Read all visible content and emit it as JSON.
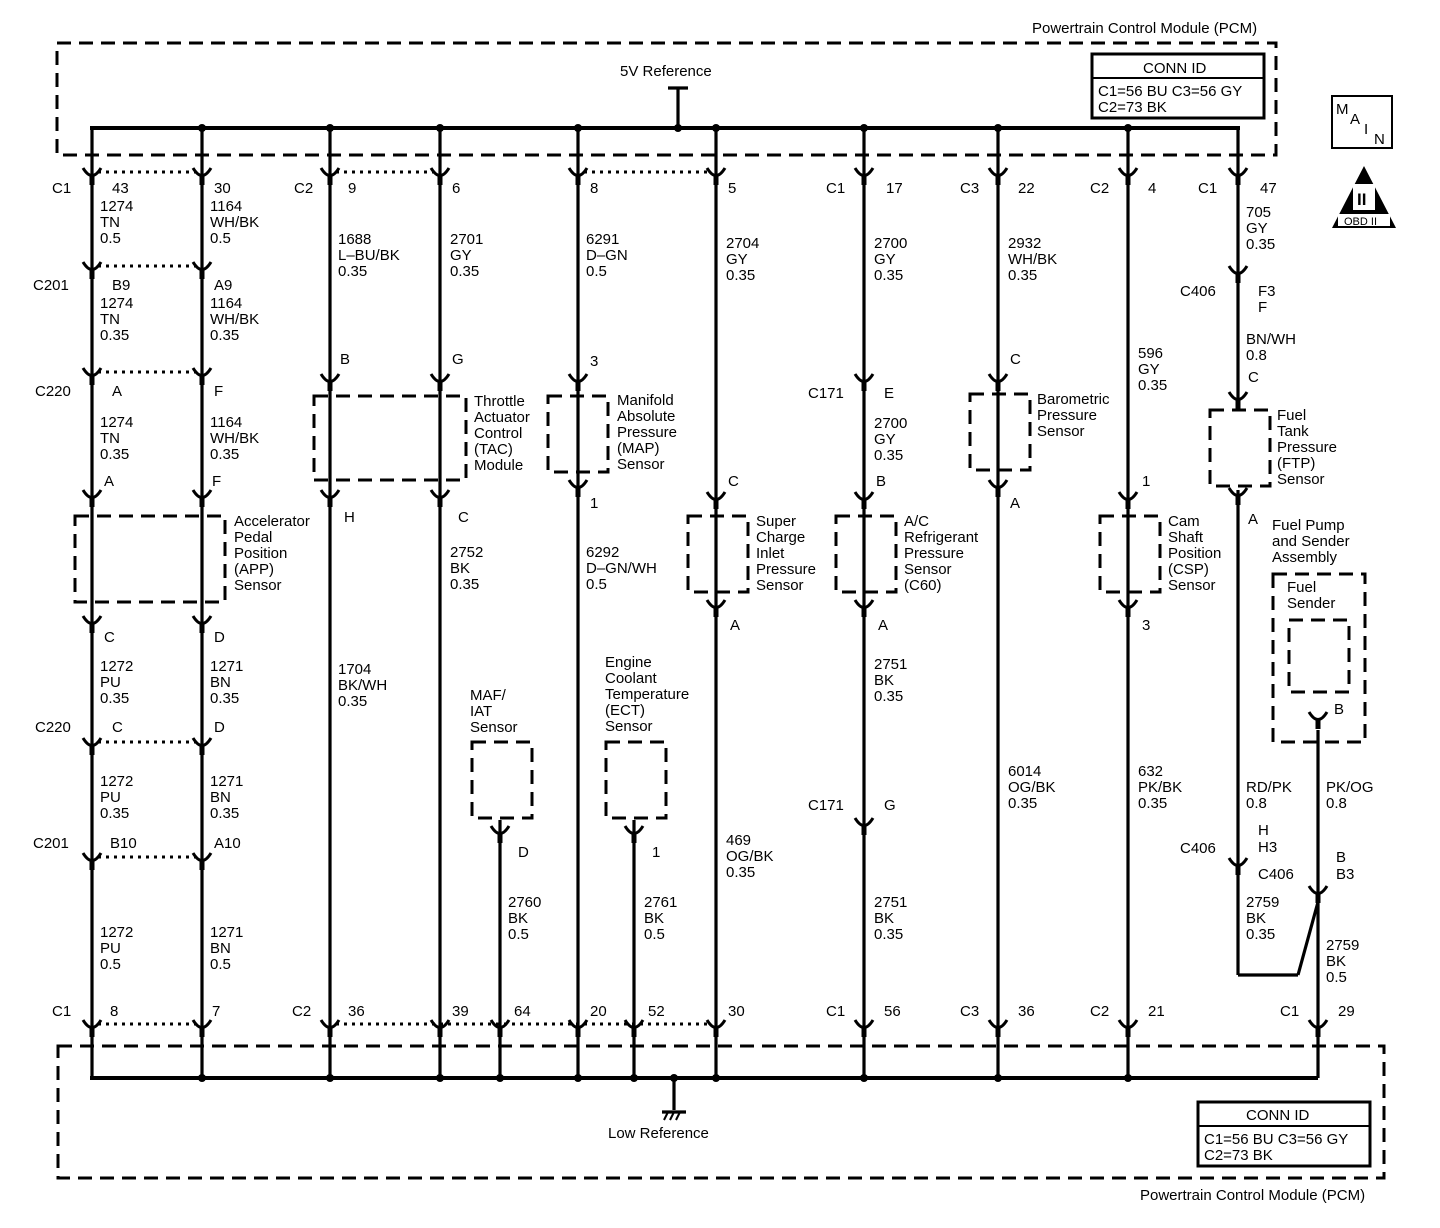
{
  "pcm_label": "Powertrain Control Module (PCM)",
  "conn_id": {
    "title": "CONN ID",
    "line1": "C1=56 BU  C3=56 GY",
    "line2": "C2=73 BK"
  },
  "five_v_reference": "5V Reference",
  "low_reference": "Low Reference",
  "main_badge": {
    "m": "M",
    "a": "A",
    "i": "I",
    "n": "N"
  },
  "obd_badge": {
    "roman": "II",
    "text": "OBD II"
  },
  "sensors": {
    "app": [
      "Accelerator",
      "Pedal",
      "Position",
      "(APP)",
      "Sensor"
    ],
    "tac": [
      "Throttle",
      "Actuator",
      "Control",
      "(TAC)",
      "Module"
    ],
    "map": [
      "Manifold",
      "Absolute",
      "Pressure",
      "(MAP)",
      "Sensor"
    ],
    "maf": [
      "MAF/",
      "IAT",
      "Sensor"
    ],
    "ect": [
      "Engine",
      "Coolant",
      "Temperature",
      "(ECT)",
      "Sensor"
    ],
    "sci": [
      "Super",
      "Charge",
      "Inlet",
      "Pressure",
      "Sensor"
    ],
    "ac": [
      "A/C",
      "Refrigerant",
      "Pressure",
      "Sensor",
      "(C60)"
    ],
    "baro": [
      "Barometric",
      "Pressure",
      "Sensor"
    ],
    "csp": [
      "Cam",
      "Shaft",
      "Position",
      "(CSP)",
      "Sensor"
    ],
    "ftp": [
      "Fuel",
      "Tank",
      "Pressure",
      "(FTP)",
      "Sensor"
    ],
    "fuel_pump": [
      "Fuel Pump",
      "and Sender",
      "Assembly"
    ],
    "fuel_sender": [
      "Fuel",
      "Sender"
    ]
  },
  "labels": [
    {
      "id": "t1",
      "t": "C1"
    },
    {
      "id": "t2",
      "t": "43"
    },
    {
      "id": "t3",
      "t": "30"
    },
    {
      "id": "t4",
      "t": "C2"
    },
    {
      "id": "t5",
      "t": "9"
    },
    {
      "id": "t6",
      "t": "6"
    },
    {
      "id": "t7",
      "t": "8"
    },
    {
      "id": "t8",
      "t": "5"
    },
    {
      "id": "t9",
      "t": "C1"
    },
    {
      "id": "t10",
      "t": "17"
    },
    {
      "id": "t11",
      "t": "C3"
    },
    {
      "id": "t12",
      "t": "22"
    },
    {
      "id": "t13",
      "t": "C2"
    },
    {
      "id": "t14",
      "t": "4"
    },
    {
      "id": "t15",
      "t": "C1"
    },
    {
      "id": "t16",
      "t": "47"
    },
    {
      "id": "w1",
      "t": "1274"
    },
    {
      "id": "w2",
      "t": "TN"
    },
    {
      "id": "w3",
      "t": "0.5"
    },
    {
      "id": "w4",
      "t": "1164"
    },
    {
      "id": "w5",
      "t": "WH/BK"
    },
    {
      "id": "w6",
      "t": "0.5"
    },
    {
      "id": "w7",
      "t": "1688"
    },
    {
      "id": "w8",
      "t": "L–BU/BK"
    },
    {
      "id": "w9",
      "t": "0.35"
    },
    {
      "id": "w10",
      "t": "2701"
    },
    {
      "id": "w11",
      "t": "GY"
    },
    {
      "id": "w12",
      "t": "0.35"
    },
    {
      "id": "w13",
      "t": "6291"
    },
    {
      "id": "w14",
      "t": "D–GN"
    },
    {
      "id": "w15",
      "t": "0.5"
    },
    {
      "id": "w16",
      "t": "2704"
    },
    {
      "id": "w17",
      "t": "GY"
    },
    {
      "id": "w18",
      "t": "0.35"
    },
    {
      "id": "w19",
      "t": "2700"
    },
    {
      "id": "w20",
      "t": "GY"
    },
    {
      "id": "w21",
      "t": "0.35"
    },
    {
      "id": "w22",
      "t": "2932"
    },
    {
      "id": "w23",
      "t": "WH/BK"
    },
    {
      "id": "w24",
      "t": "0.35"
    },
    {
      "id": "w25",
      "t": "705"
    },
    {
      "id": "w26",
      "t": "GY"
    },
    {
      "id": "w27",
      "t": "0.35"
    },
    {
      "id": "c201a",
      "t": "C201"
    },
    {
      "id": "c201b",
      "t": "B9"
    },
    {
      "id": "c201c",
      "t": "A9"
    },
    {
      "id": "w28",
      "t": "1274"
    },
    {
      "id": "w29",
      "t": "TN"
    },
    {
      "id": "w30",
      "t": "0.35"
    },
    {
      "id": "w31",
      "t": "1164"
    },
    {
      "id": "w32",
      "t": "WH/BK"
    },
    {
      "id": "w33",
      "t": "0.35"
    },
    {
      "id": "c406a",
      "t": "C406"
    },
    {
      "id": "c406b",
      "t": "F3"
    },
    {
      "id": "c406c",
      "t": "F"
    },
    {
      "id": "w34",
      "t": "BN/WH"
    },
    {
      "id": "w35",
      "t": "0.8"
    },
    {
      "id": "c220a",
      "t": "C220"
    },
    {
      "id": "c220b",
      "t": "A"
    },
    {
      "id": "c220c",
      "t": "F"
    },
    {
      "id": "p1",
      "t": "B"
    },
    {
      "id": "p2",
      "t": "G"
    },
    {
      "id": "p3",
      "t": "3"
    },
    {
      "id": "p4",
      "t": "C"
    },
    {
      "id": "p5",
      "t": "C"
    },
    {
      "id": "w36",
      "t": "596"
    },
    {
      "id": "w37",
      "t": "GY"
    },
    {
      "id": "w38",
      "t": "0.35"
    },
    {
      "id": "w39",
      "t": "1274"
    },
    {
      "id": "w40",
      "t": "TN"
    },
    {
      "id": "w41",
      "t": "0.35"
    },
    {
      "id": "w42",
      "t": "1164"
    },
    {
      "id": "w43",
      "t": "WH/BK"
    },
    {
      "id": "w44",
      "t": "0.35"
    },
    {
      "id": "c171a",
      "t": "C171"
    },
    {
      "id": "c171b",
      "t": "E"
    },
    {
      "id": "w45",
      "t": "2700"
    },
    {
      "id": "w46",
      "t": "GY"
    },
    {
      "id": "w47",
      "t": "0.35"
    },
    {
      "id": "p6",
      "t": "A"
    },
    {
      "id": "p7",
      "t": "F"
    },
    {
      "id": "p8",
      "t": "H"
    },
    {
      "id": "p9",
      "t": "C"
    },
    {
      "id": "p10",
      "t": "1"
    },
    {
      "id": "p11",
      "t": "C"
    },
    {
      "id": "p12",
      "t": "B"
    },
    {
      "id": "p13",
      "t": "A"
    },
    {
      "id": "p14",
      "t": "1"
    },
    {
      "id": "p15",
      "t": "A"
    },
    {
      "id": "w48",
      "t": "2752"
    },
    {
      "id": "w49",
      "t": "BK"
    },
    {
      "id": "w50",
      "t": "0.35"
    },
    {
      "id": "w51",
      "t": "6292"
    },
    {
      "id": "w52",
      "t": "D–GN/WH"
    },
    {
      "id": "w53",
      "t": "0.5"
    },
    {
      "id": "p16",
      "t": "C"
    },
    {
      "id": "p17",
      "t": "D"
    },
    {
      "id": "p18",
      "t": "A"
    },
    {
      "id": "p19",
      "t": "A"
    },
    {
      "id": "p20",
      "t": "3"
    },
    {
      "id": "w54",
      "t": "1272"
    },
    {
      "id": "w55",
      "t": "PU"
    },
    {
      "id": "w56",
      "t": "0.35"
    },
    {
      "id": "w57",
      "t": "1271"
    },
    {
      "id": "w58",
      "t": "BN"
    },
    {
      "id": "w59",
      "t": "0.35"
    },
    {
      "id": "w60",
      "t": "1704"
    },
    {
      "id": "w61",
      "t": "BK/WH"
    },
    {
      "id": "w62",
      "t": "0.35"
    },
    {
      "id": "w63",
      "t": "2751"
    },
    {
      "id": "w64",
      "t": "BK"
    },
    {
      "id": "w65",
      "t": "0.35"
    },
    {
      "id": "c220d",
      "t": "C220"
    },
    {
      "id": "c220e",
      "t": "C"
    },
    {
      "id": "c220f",
      "t": "D"
    },
    {
      "id": "p21",
      "t": "B"
    },
    {
      "id": "w66",
      "t": "1272"
    },
    {
      "id": "w67",
      "t": "PU"
    },
    {
      "id": "w68",
      "t": "0.35"
    },
    {
      "id": "w69",
      "t": "1271"
    },
    {
      "id": "w70",
      "t": "BN"
    },
    {
      "id": "w71",
      "t": "0.35"
    },
    {
      "id": "w72",
      "t": "6014"
    },
    {
      "id": "w73",
      "t": "OG/BK"
    },
    {
      "id": "w74",
      "t": "0.35"
    },
    {
      "id": "w75",
      "t": "632"
    },
    {
      "id": "w76",
      "t": "PK/BK"
    },
    {
      "id": "w77",
      "t": "0.35"
    },
    {
      "id": "w78",
      "t": "RD/PK"
    },
    {
      "id": "w79",
      "t": "0.8"
    },
    {
      "id": "w80",
      "t": "PK/OG"
    },
    {
      "id": "w81",
      "t": "0.8"
    },
    {
      "id": "c171c",
      "t": "C171"
    },
    {
      "id": "c171d",
      "t": "G"
    },
    {
      "id": "c201d",
      "t": "C201"
    },
    {
      "id": "c201e",
      "t": "B10"
    },
    {
      "id": "c201f",
      "t": "A10"
    },
    {
      "id": "w82",
      "t": "469"
    },
    {
      "id": "w83",
      "t": "OG/BK"
    },
    {
      "id": "w84",
      "t": "0.35"
    },
    {
      "id": "p22",
      "t": "D"
    },
    {
      "id": "p23",
      "t": "1"
    },
    {
      "id": "c406d",
      "t": "C406"
    },
    {
      "id": "c406e",
      "t": "H"
    },
    {
      "id": "c406f",
      "t": "H3"
    },
    {
      "id": "c406g",
      "t": "C406"
    },
    {
      "id": "c406h",
      "t": "B"
    },
    {
      "id": "c406i",
      "t": "B3"
    },
    {
      "id": "w85",
      "t": "1272"
    },
    {
      "id": "w86",
      "t": "PU"
    },
    {
      "id": "w87",
      "t": "0.5"
    },
    {
      "id": "w88",
      "t": "1271"
    },
    {
      "id": "w89",
      "t": "BN"
    },
    {
      "id": "w90",
      "t": "0.5"
    },
    {
      "id": "w91",
      "t": "2760"
    },
    {
      "id": "w92",
      "t": "BK"
    },
    {
      "id": "w93",
      "t": "0.5"
    },
    {
      "id": "w94",
      "t": "2761"
    },
    {
      "id": "w95",
      "t": "BK"
    },
    {
      "id": "w96",
      "t": "0.5"
    },
    {
      "id": "w97",
      "t": "2751"
    },
    {
      "id": "w98",
      "t": "BK"
    },
    {
      "id": "w99",
      "t": "0.35"
    },
    {
      "id": "w100",
      "t": "2759"
    },
    {
      "id": "w101",
      "t": "BK"
    },
    {
      "id": "w102",
      "t": "0.35"
    },
    {
      "id": "w103",
      "t": "2759"
    },
    {
      "id": "w104",
      "t": "BK"
    },
    {
      "id": "w105",
      "t": "0.5"
    },
    {
      "id": "b1",
      "t": "C1"
    },
    {
      "id": "b2",
      "t": "8"
    },
    {
      "id": "b3",
      "t": "7"
    },
    {
      "id": "b4",
      "t": "C2"
    },
    {
      "id": "b5",
      "t": "36"
    },
    {
      "id": "b6",
      "t": "39"
    },
    {
      "id": "b7",
      "t": "64"
    },
    {
      "id": "b8",
      "t": "20"
    },
    {
      "id": "b9",
      "t": "52"
    },
    {
      "id": "b10",
      "t": "30"
    },
    {
      "id": "b11",
      "t": "C1"
    },
    {
      "id": "b12",
      "t": "56"
    },
    {
      "id": "b13",
      "t": "C3"
    },
    {
      "id": "b14",
      "t": "36"
    },
    {
      "id": "b15",
      "t": "C2"
    },
    {
      "id": "b16",
      "t": "21"
    },
    {
      "id": "b17",
      "t": "C1"
    },
    {
      "id": "b18",
      "t": "29"
    }
  ]
}
